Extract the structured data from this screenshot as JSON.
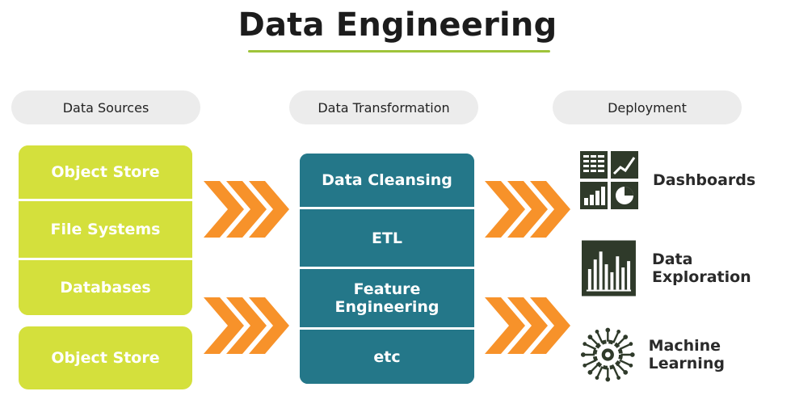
{
  "title": "Data Engineering",
  "columns": {
    "sources": "Data Sources",
    "transformation": "Data Transformation",
    "deployment": "Deployment"
  },
  "sources_group": [
    "Object Store",
    "File Systems",
    "Databases"
  ],
  "sources_single": "Object Store",
  "transformation_steps": [
    "Data Cleansing",
    "ETL",
    "Feature Engineering",
    "etc"
  ],
  "deployment_items": {
    "dashboards": "Dashboards",
    "exploration": "Data Exploration",
    "ml": "Machine Learning"
  },
  "colors": {
    "lime": "#d4e03c",
    "teal": "#247789",
    "arrow": "#f7922a",
    "icon": "#2f3a2a",
    "underline": "#9fc43a"
  },
  "icons": [
    "chevron-arrow-icon",
    "dashboard-icon",
    "bar-chart-icon",
    "gear-brain-icon"
  ]
}
